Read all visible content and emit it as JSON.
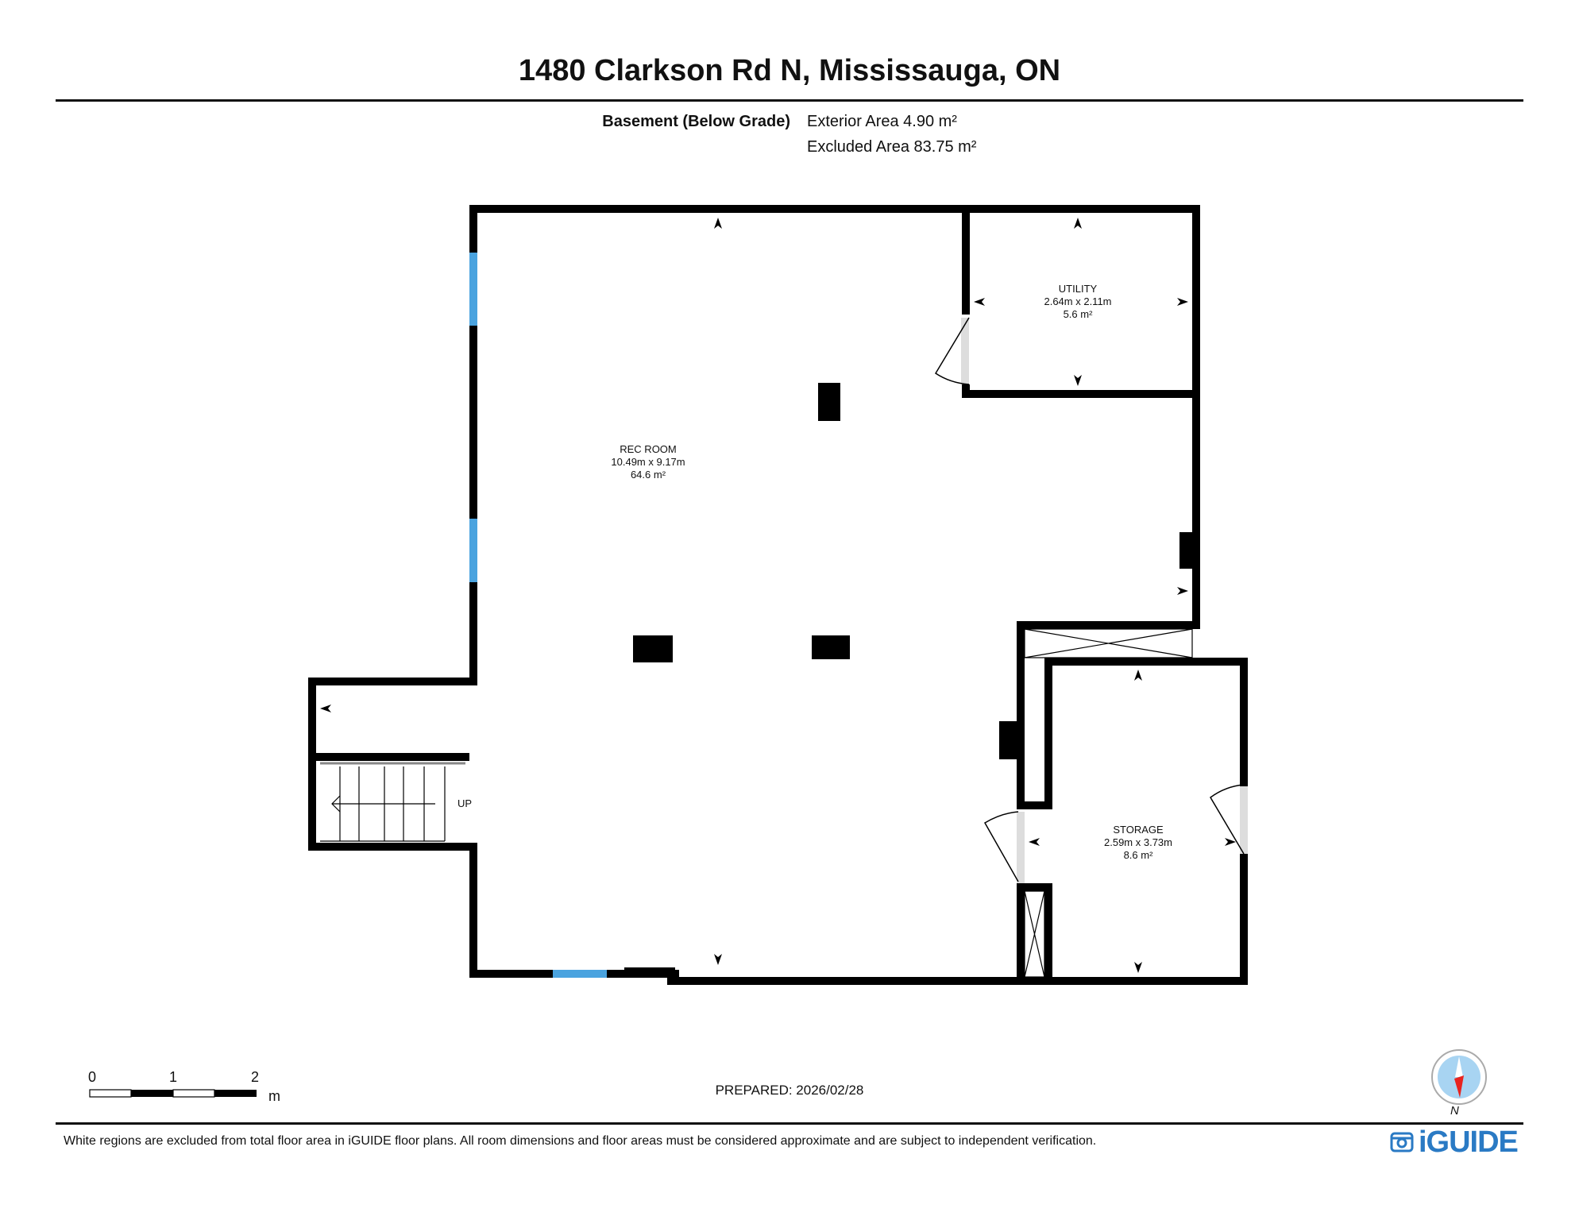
{
  "header": {
    "title": "1480 Clarkson Rd N, Mississauga, ON",
    "floor_label": "Basement (Below Grade)",
    "exterior_area": "Exterior Area 4.90 m²",
    "excluded_area": "Excluded Area 83.75 m²"
  },
  "rooms": [
    {
      "name": "REC ROOM",
      "dimensions": "10.49m x 9.17m",
      "area": "64.6 m²"
    },
    {
      "name": "UTILITY",
      "dimensions": "2.64m x 2.11m",
      "area": "5.6 m²"
    },
    {
      "name": "STORAGE",
      "dimensions": "2.59m x 3.73m",
      "area": "8.6 m²"
    }
  ],
  "stairs": {
    "label": "UP"
  },
  "scale": {
    "ticks": [
      "0",
      "1",
      "2"
    ],
    "unit": "m"
  },
  "prepared": "PREPARED: 2026/02/28",
  "compass": {
    "label": "N"
  },
  "footer": {
    "disclaimer": "White regions are excluded from total floor area in iGUIDE floor plans. All room dimensions and floor areas must be considered approximate and are subject to independent verification.",
    "brand": "iGUIDE"
  },
  "colors": {
    "window": "#4aa3df",
    "wall": "#000000",
    "brand": "#2a7ac4",
    "compass_needle": "#e8231f",
    "compass_face": "#a8d4f2"
  }
}
